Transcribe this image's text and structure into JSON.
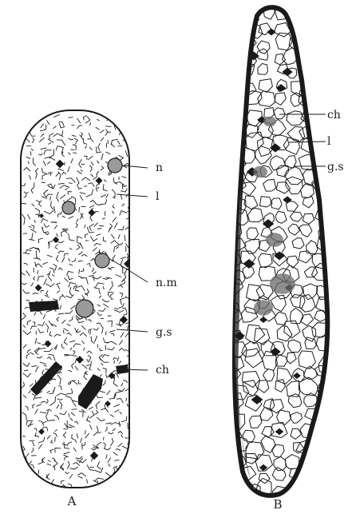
{
  "figure": {
    "panels": [
      {
        "id": "A",
        "caption": "A",
        "labels": [
          {
            "key": "n",
            "text": "n"
          },
          {
            "key": "l",
            "text": "l"
          },
          {
            "key": "nm",
            "text": "n.m"
          },
          {
            "key": "gs",
            "text": "g.s"
          },
          {
            "key": "ch",
            "text": "ch"
          }
        ]
      },
      {
        "id": "B",
        "caption": "B",
        "labels": [
          {
            "key": "ch",
            "text": "ch"
          },
          {
            "key": "l",
            "text": "l"
          },
          {
            "key": "gs",
            "text": "g.s"
          }
        ]
      }
    ],
    "colors": {
      "ink": "#1a1a1a",
      "paper": "#ffffff",
      "nucleolus": "#9a9a9a",
      "chromatin": "#222222"
    }
  }
}
